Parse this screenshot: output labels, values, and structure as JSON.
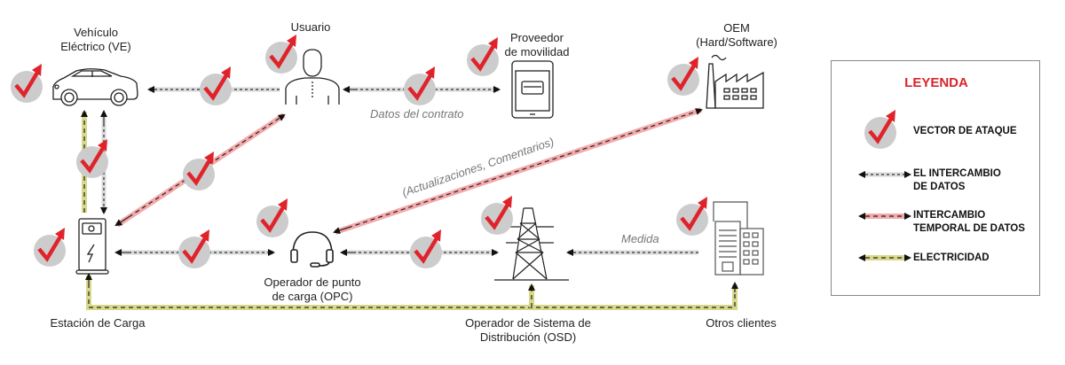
{
  "nodes": {
    "ve": {
      "label_line1": "Vehículo",
      "label_line2": "Eléctrico (VE)"
    },
    "usuario": {
      "label": "Usuario"
    },
    "proveedor": {
      "label_line1": "Proveedor",
      "label_line2": "de movilidad"
    },
    "oem": {
      "label_line1": "OEM",
      "label_line2": "(Hard/Software)"
    },
    "estacion": {
      "label": "Estación de Carga"
    },
    "opc": {
      "label_line1": "Operador de punto",
      "label_line2": "de carga (OPC)"
    },
    "osd": {
      "label_line1": "Operador de Sistema de",
      "label_line2": "Distribución (OSD)"
    },
    "otros": {
      "label": "Otros clientes"
    }
  },
  "edge_labels": {
    "contrato": "Datos del contrato",
    "actualizaciones": "(Actualizaciones, Comentarios)",
    "medida": "Medida"
  },
  "legend": {
    "title": "LEYENDA",
    "items": [
      {
        "type": "attack-vector",
        "label_line1": "VECTOR DE ATAQUE",
        "label_line2": ""
      },
      {
        "type": "data-exchange",
        "label_line1": "EL INTERCAMBIO",
        "label_line2": "DE DATOS"
      },
      {
        "type": "temporal-data-exchange",
        "label_line1": "INTERCAMBIO",
        "label_line2": "TEMPORAL DE DATOS"
      },
      {
        "type": "electricity",
        "label_line1": "ELECTRICIDAD",
        "label_line2": ""
      }
    ]
  },
  "colors": {
    "attack_red": "#e0232b",
    "attack_circle": "#cccccc",
    "data_line": "#d9d9d9",
    "temporal_line": "#f4a9aa",
    "electric_line": "#d8d88a",
    "legend_title": "#d9252b"
  }
}
